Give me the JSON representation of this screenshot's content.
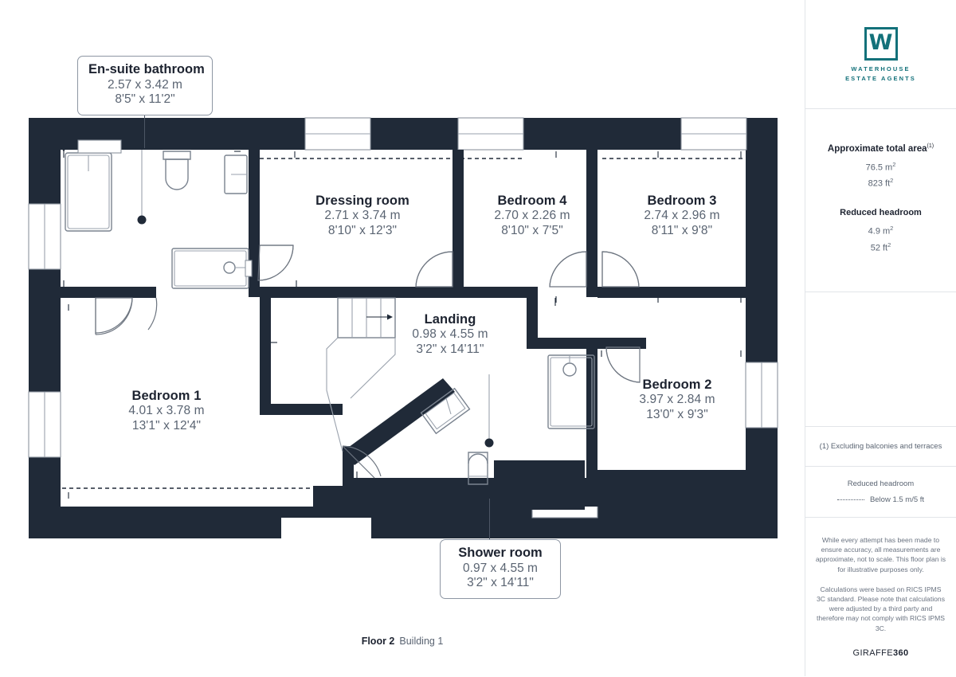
{
  "floorplan": {
    "rooms": [
      {
        "key": "ensuite",
        "name": "En-suite bathroom",
        "metric": "2.57 x 3.42 m",
        "imperial": "8'5\" x 11'2\""
      },
      {
        "key": "dressing",
        "name": "Dressing room",
        "metric": "2.71 x 3.74 m",
        "imperial": "8'10\" x 12'3\""
      },
      {
        "key": "bedroom4",
        "name": "Bedroom 4",
        "metric": "2.70 x 2.26 m",
        "imperial": "8'10\" x 7'5\""
      },
      {
        "key": "bedroom3",
        "name": "Bedroom 3",
        "metric": "2.74 x 2.96 m",
        "imperial": "8'11\" x 9'8\""
      },
      {
        "key": "landing",
        "name": "Landing",
        "metric": "0.98 x 4.55 m",
        "imperial": "3'2\" x 14'11\""
      },
      {
        "key": "bedroom1",
        "name": "Bedroom 1",
        "metric": "4.01 x 3.78 m",
        "imperial": "13'1\" x 12'4\""
      },
      {
        "key": "bedroom2",
        "name": "Bedroom 2",
        "metric": "3.97 x 2.84 m",
        "imperial": "13'0\" x 9'3\""
      },
      {
        "key": "shower",
        "name": "Shower room",
        "metric": "0.97 x 4.55 m",
        "imperial": "3'2\" x 14'11\""
      }
    ],
    "footer": {
      "floor": "Floor 2",
      "building": "Building 1"
    },
    "colors": {
      "wall": "#202a38",
      "text_dark": "#1d2330",
      "text_muted": "#5a6472",
      "brand_teal": "#13717a"
    }
  },
  "panel": {
    "logo": {
      "mark": "W",
      "line1": "WATERHOUSE",
      "line2": "ESTATE AGENTS"
    },
    "area": {
      "title": "Approximate total area",
      "title_sup": "(1)",
      "total_m2": "76.5 m",
      "total_m2_sup": "2",
      "total_ft2": "823 ft",
      "total_ft2_sup": "2",
      "reduced_title": "Reduced headroom",
      "reduced_m2": "4.9 m",
      "reduced_m2_sup": "2",
      "reduced_ft2": "52 ft",
      "reduced_ft2_sup": "2"
    },
    "footnote": "(1) Excluding balconies and terraces",
    "legend": {
      "title": "Reduced headroom",
      "item": "Below 1.5 m/5 ft"
    },
    "disclaimer": {
      "p1": "While every attempt has been made to ensure accuracy, all measurements are approximate, not to scale. This floor plan is for illustrative purposes only.",
      "p2": "Calculations were based on RICS IPMS 3C standard. Please note that calculations were adjusted by a third party and therefore may not comply with RICS IPMS 3C."
    },
    "brand": {
      "prefix": "GIRAFFE",
      "suffix": "360"
    }
  }
}
